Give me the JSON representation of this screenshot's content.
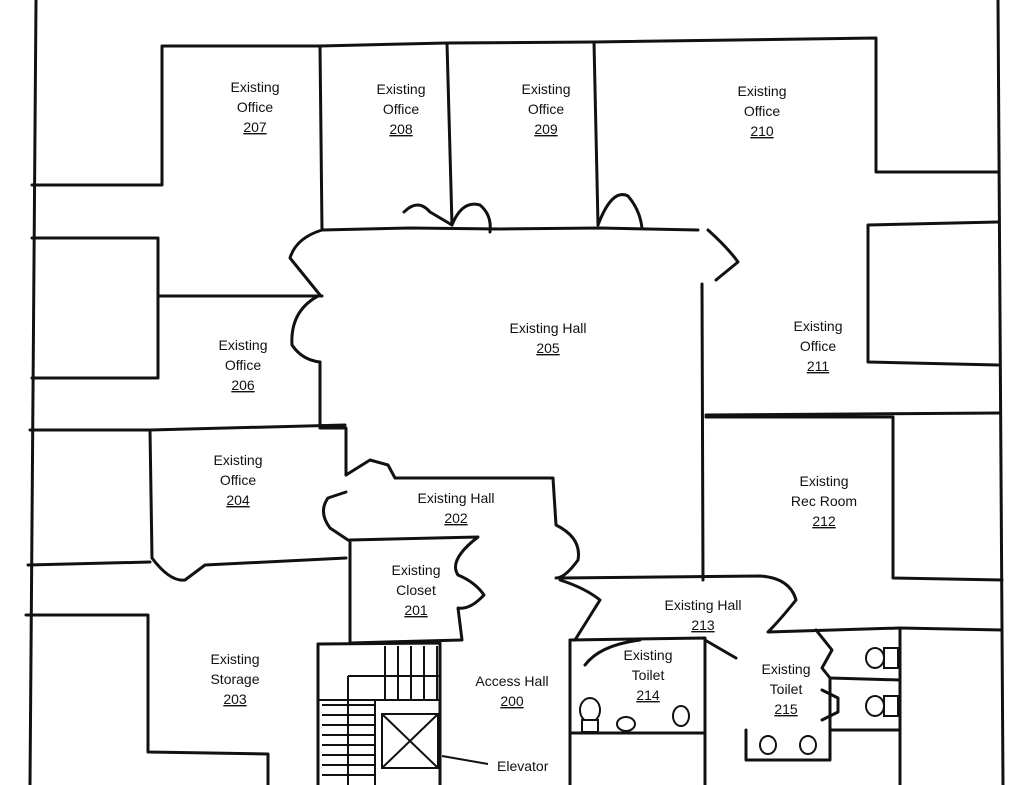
{
  "rooms": [
    {
      "id": "207",
      "lines": [
        "Existing",
        "Office"
      ],
      "number": "207"
    },
    {
      "id": "208",
      "lines": [
        "Existing",
        "Office"
      ],
      "number": "208"
    },
    {
      "id": "209",
      "lines": [
        "Existing",
        "Office"
      ],
      "number": "209"
    },
    {
      "id": "210",
      "lines": [
        "Existing",
        "Office"
      ],
      "number": "210"
    },
    {
      "id": "206",
      "lines": [
        "Existing",
        "Office"
      ],
      "number": "206"
    },
    {
      "id": "205",
      "lines": [
        "Existing Hall"
      ],
      "number": "205"
    },
    {
      "id": "211",
      "lines": [
        "Existing",
        "Office"
      ],
      "number": "211"
    },
    {
      "id": "204",
      "lines": [
        "Existing",
        "Office"
      ],
      "number": "204"
    },
    {
      "id": "202",
      "lines": [
        "Existing Hall"
      ],
      "number": "202"
    },
    {
      "id": "212",
      "lines": [
        "Existing",
        "Rec Room"
      ],
      "number": "212"
    },
    {
      "id": "201",
      "lines": [
        "Existing",
        "Closet"
      ],
      "number": "201"
    },
    {
      "id": "213",
      "lines": [
        "Existing Hall"
      ],
      "number": "213"
    },
    {
      "id": "203",
      "lines": [
        "Existing",
        "Storage"
      ],
      "number": "203"
    },
    {
      "id": "200",
      "lines": [
        "Access Hall"
      ],
      "number": "200"
    },
    {
      "id": "214",
      "lines": [
        "Existing",
        "Toilet"
      ],
      "number": "214"
    },
    {
      "id": "215",
      "lines": [
        "Existing",
        "Toilet"
      ],
      "number": "215"
    }
  ],
  "callouts": {
    "elevator": "Elevator"
  }
}
